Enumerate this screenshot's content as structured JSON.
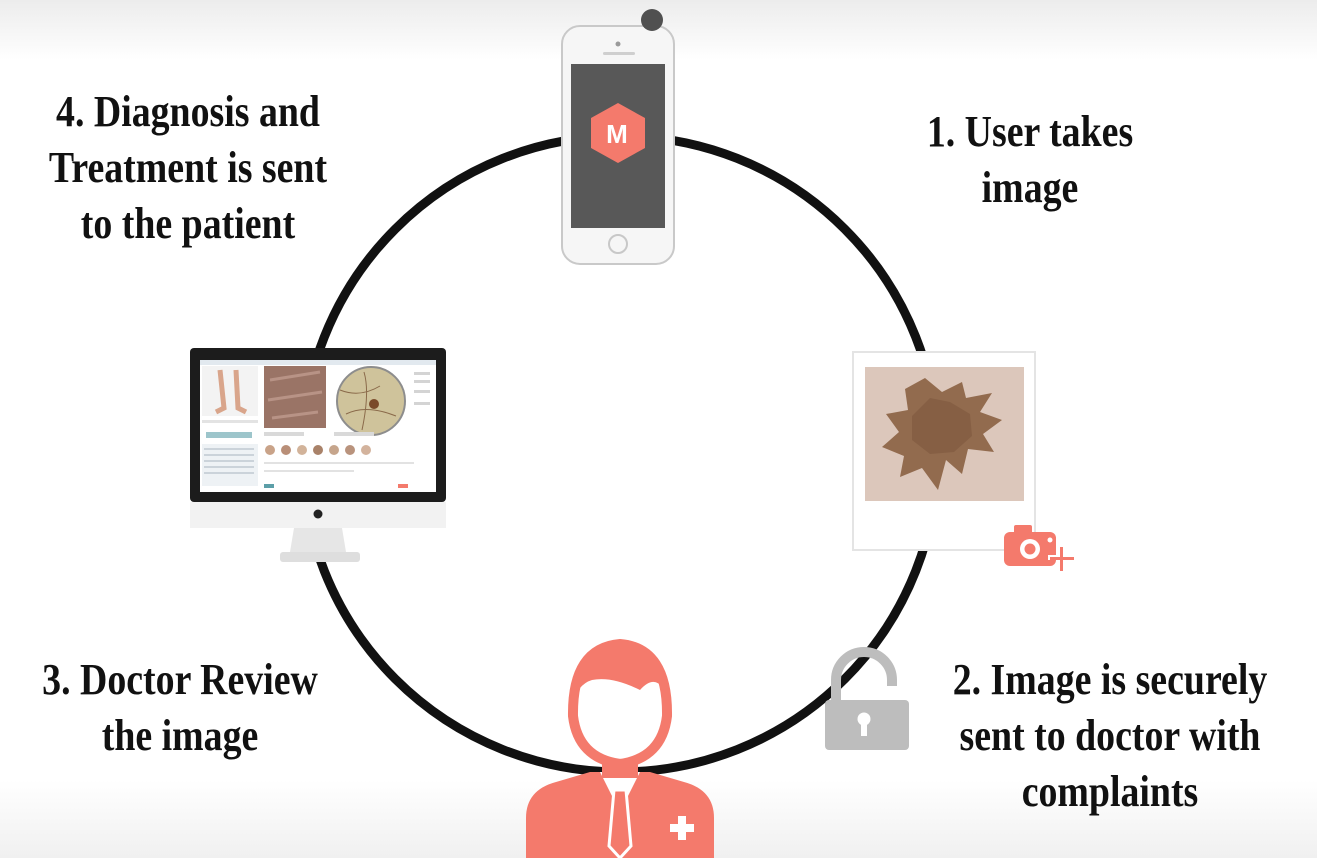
{
  "steps": [
    {
      "id": "step-1",
      "lines": [
        "1. User takes",
        "image"
      ]
    },
    {
      "id": "step-2",
      "lines": [
        "2. Image is securely",
        "sent to doctor with",
        "complaints"
      ]
    },
    {
      "id": "step-3",
      "lines": [
        "3. Doctor Review",
        "the image"
      ]
    },
    {
      "id": "step-4",
      "lines": [
        "4. Diagnosis and",
        "Treatment is sent",
        "to the patient"
      ]
    }
  ],
  "phone": {
    "logo_text": "M"
  },
  "icons": [
    "smartphone-icon",
    "skin-lesion-photo",
    "camera-add-icon",
    "padlock-icon",
    "doctor-icon",
    "monitor-icon"
  ],
  "colors": {
    "accent": "#f47a6c",
    "cycle_stroke": "#111111",
    "phone_screen": "#585858",
    "lock_gray": "#bdbdbd",
    "lesion_bg": "#dcc7bb",
    "lesion": "#8a6043"
  }
}
